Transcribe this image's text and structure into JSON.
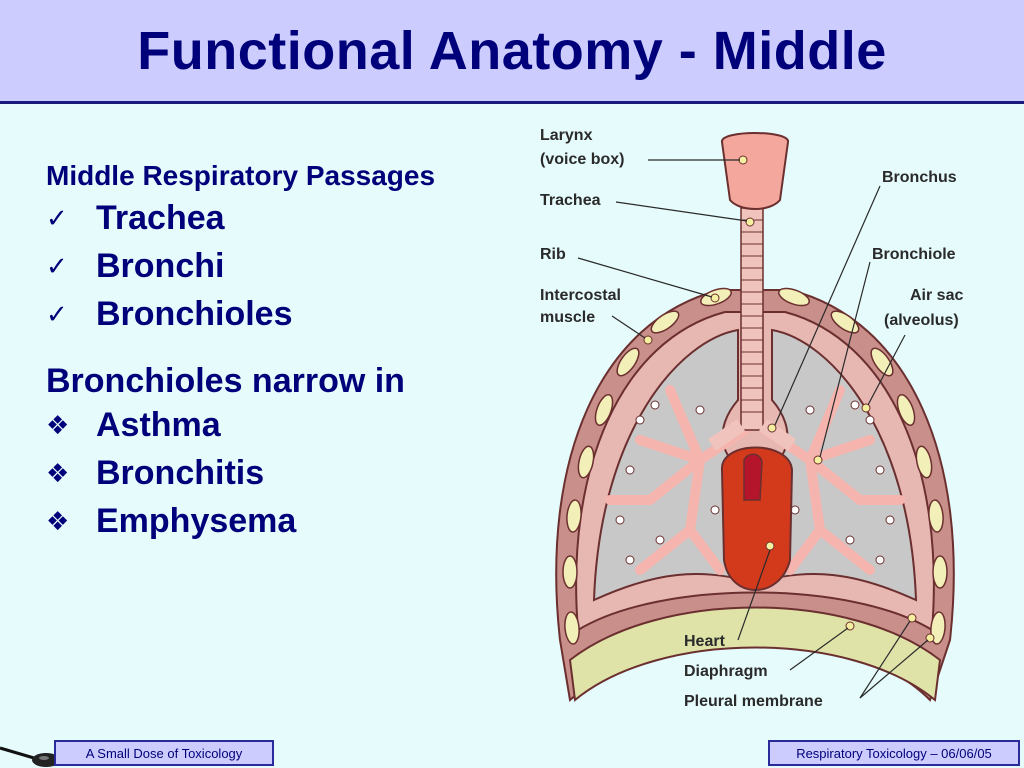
{
  "title": "Functional Anatomy - Middle",
  "subhead": "Middle Respiratory Passages",
  "passages": [
    "Trachea",
    "Bronchi",
    "Bronchioles"
  ],
  "narrow_heading": "Bronchioles narrow in",
  "conditions": [
    "Asthma",
    "Bronchitis",
    "Emphysema"
  ],
  "diagram_labels": {
    "larynx": "Larynx",
    "voice_box": "(voice box)",
    "trachea": "Trachea",
    "rib": "Rib",
    "intercostal": "Intercostal",
    "muscle": "muscle",
    "bronchus": "Bronchus",
    "bronchiole": "Bronchiole",
    "air_sac": "Air sac",
    "alveolus": "(alveolus)",
    "heart": "Heart",
    "diaphragm": "Diaphragm",
    "pleural": "Pleural membrane"
  },
  "footer": {
    "left": "A Small Dose of Toxicology",
    "right": "Respiratory Toxicology – 06/06/05"
  },
  "colors": {
    "title_bg": "#ccccff",
    "text": "#00007a",
    "slide_bg": "#e6fbfb"
  },
  "icons": {
    "check": "check-mark-icon",
    "diamond": "four-diamond-icon"
  }
}
